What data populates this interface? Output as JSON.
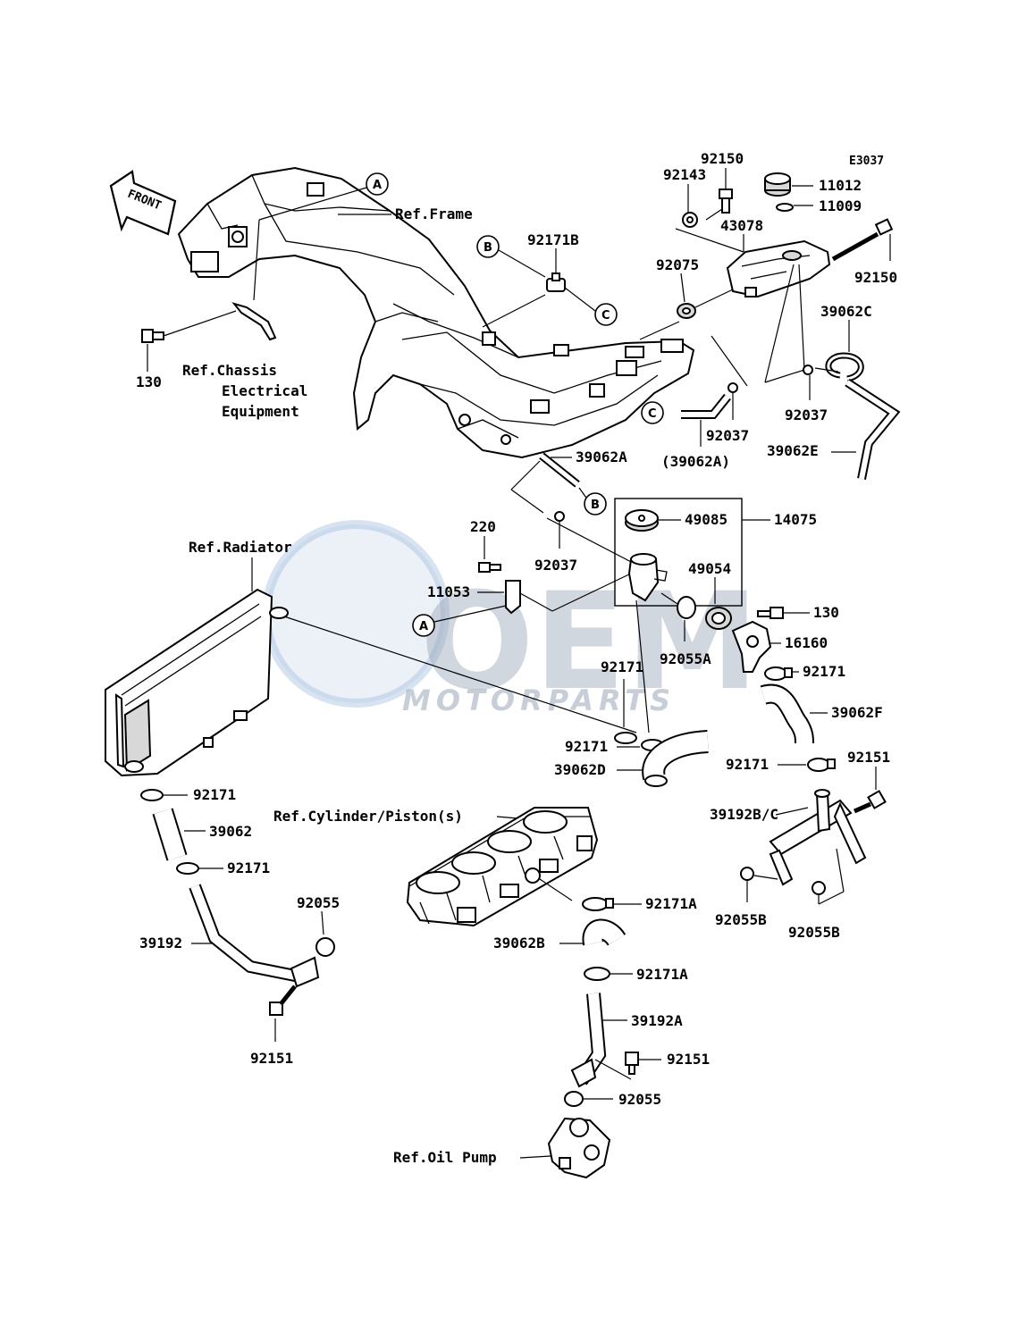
{
  "diagram_code": "E3037",
  "front_arrow_label": "FRONT",
  "watermark": {
    "brand": "OEM",
    "sub": "MOTORPARTS"
  },
  "callout_letters": {
    "a": "A",
    "b": "B",
    "c": "C"
  },
  "references": {
    "frame": "Ref.Frame",
    "chassis_line1": "Ref.Chassis",
    "chassis_line2": "Electrical",
    "chassis_line3": "Equipment",
    "radiator": "Ref.Radiator",
    "cylinder": "Ref.Cylinder/Piston(s)",
    "oil_pump": "Ref.Oil Pump"
  },
  "parts": {
    "p92150_top": "92150",
    "p92143": "92143",
    "p11012": "11012",
    "p11009": "11009",
    "p43078": "43078",
    "p92150_right": "92150",
    "p92171B": "92171B",
    "p92075": "92075",
    "p39062C": "39062C",
    "p130_left": "130",
    "p92037_right": "92037",
    "p92037_mid": "92037",
    "p39062A_paren": "(39062A)",
    "p39062E": "39062E",
    "p39062A": "39062A",
    "p220": "220",
    "p49085": "49085",
    "p14075": "14075",
    "p92037_low": "92037",
    "p11053": "11053",
    "p49054": "49054",
    "p130_right": "130",
    "p16160": "16160",
    "p92055A": "92055A",
    "p92171_r1": "92171",
    "p92171_c1": "92171",
    "p39062F": "39062F",
    "p92171_c2": "92171",
    "p39062D": "39062D",
    "p92171_r2": "92171",
    "p92151_r": "92151",
    "p39192BC": "39192B/C",
    "p92171_l1": "92171",
    "p39062": "39062",
    "p92171_l2": "92171",
    "p92055": "92055",
    "p39192": "39192",
    "p92151_l": "92151",
    "p92055B_1": "92055B",
    "p92055B_2": "92055B",
    "p92171A_1": "92171A",
    "p39062B": "39062B",
    "p92171A_2": "92171A",
    "p39192A": "39192A",
    "p92151_c": "92151",
    "p92055_c": "92055"
  }
}
